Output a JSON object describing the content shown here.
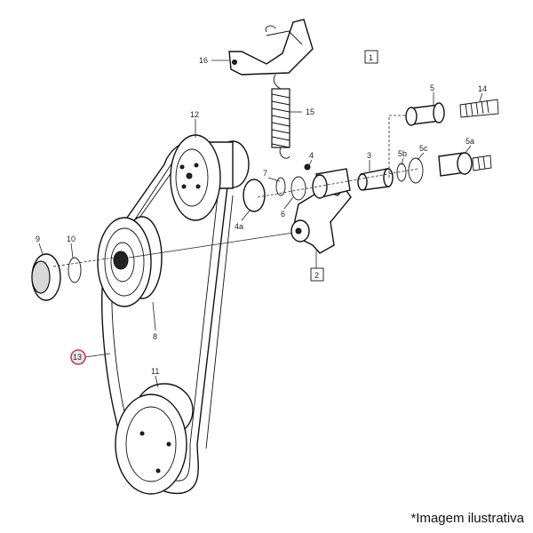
{
  "parts": [
    {
      "id": "p1",
      "label": "1",
      "boxed": true
    },
    {
      "id": "p2",
      "label": "2",
      "boxed": true
    },
    {
      "id": "p3",
      "label": "3"
    },
    {
      "id": "p4",
      "label": "4"
    },
    {
      "id": "p4a",
      "label": "4a"
    },
    {
      "id": "p5",
      "label": "5"
    },
    {
      "id": "p5a",
      "label": "5a"
    },
    {
      "id": "p5b",
      "label": "5b"
    },
    {
      "id": "p5c",
      "label": "5c"
    },
    {
      "id": "p6",
      "label": "6"
    },
    {
      "id": "p7",
      "label": "7"
    },
    {
      "id": "p8",
      "label": "8"
    },
    {
      "id": "p9",
      "label": "9"
    },
    {
      "id": "p10",
      "label": "10"
    },
    {
      "id": "p11",
      "label": "11"
    },
    {
      "id": "p12",
      "label": "12"
    },
    {
      "id": "p13",
      "label": "13",
      "highlighted": true
    },
    {
      "id": "p14",
      "label": "14"
    },
    {
      "id": "p15",
      "label": "15"
    },
    {
      "id": "p16",
      "label": "16"
    }
  ],
  "caption": "*Imagem ilustrativa",
  "colors": {
    "highlight": "#d9363e",
    "highlight_fill": "#e8e8f4",
    "ink": "#111111"
  }
}
